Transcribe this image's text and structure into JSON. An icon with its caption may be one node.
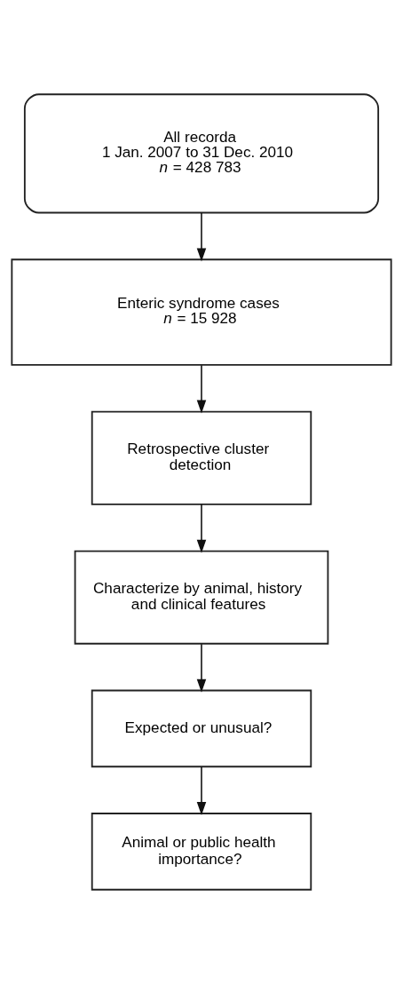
{
  "diagram": {
    "nodes": [
      {
        "text": [
          "All recorda",
          "1 Jan. 2007 to 31 Dec. 2010",
          "*n* = 428 783"
        ]
      },
      {
        "text": [
          "Enteric syndrome cases",
          "*n* = 15 928"
        ]
      },
      {
        "text": [
          "Retrospective cluster detection"
        ]
      },
      {
        "text": [
          "Characterize by animal, history and clinical features"
        ]
      },
      {
        "text": [
          "Expected or unusual?"
        ]
      },
      {
        "text": [
          "Animal or public health importance?"
        ]
      }
    ],
    "edges": [
      {
        "from": 0,
        "to": 1,
        "arrow": "to"
      },
      {
        "from": 1,
        "to": 2,
        "arrow": "to"
      },
      {
        "from": 2,
        "to": 3,
        "arrow": "to"
      },
      {
        "from": 3,
        "to": 4,
        "arrow": "to"
      },
      {
        "from": 4,
        "to": 5,
        "arrow": "to"
      }
    ]
  }
}
